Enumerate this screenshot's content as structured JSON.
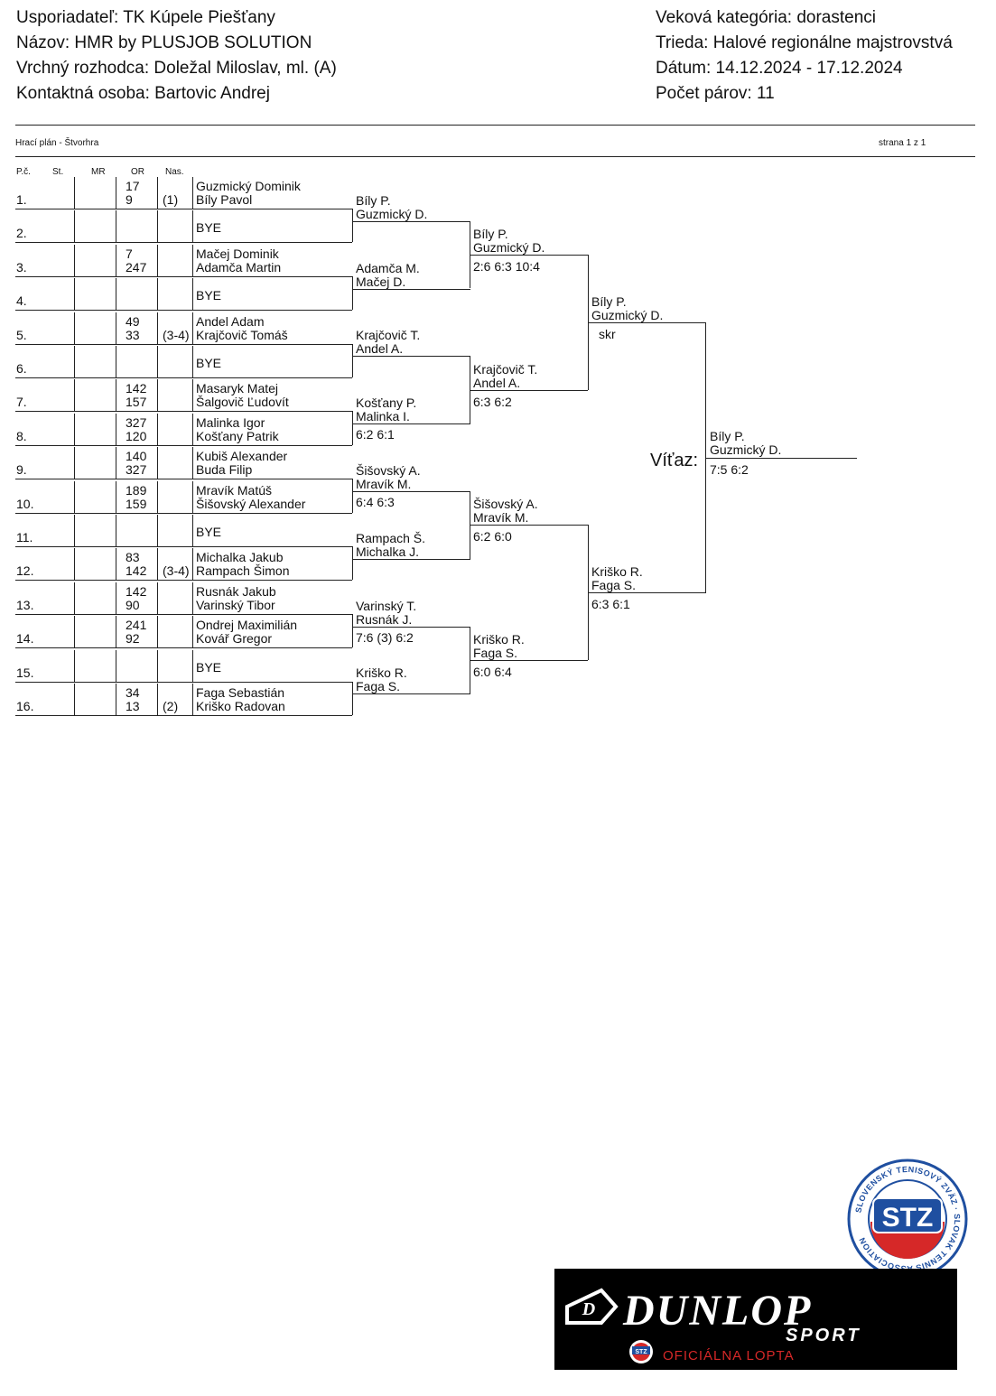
{
  "header": {
    "left": [
      "Usporiadateľ: TK Kúpele Piešťany",
      "Názov: HMR by PLUSJOB SOLUTION",
      "Vrchný rozhodca: Doležal Miloslav, ml. (A)",
      "Kontaktná osoba: Bartovic Andrej"
    ],
    "right": [
      "Veková kategória: dorastenci",
      "Trieda: Halové regionálne majstrovstvá",
      "Dátum: 14.12.2024 - 17.12.2024",
      "Počet párov: 11"
    ]
  },
  "subheader": {
    "title": "Hrací plán - Štvorhra",
    "page": "strana 1 z 1"
  },
  "columns": {
    "pc": "P.č.",
    "st": "St.",
    "mr": "MR",
    "or": "OR",
    "nas": "Nas."
  },
  "draw": [
    {
      "pos": "1.",
      "or1": "17",
      "or2": "9",
      "nas": "(1)",
      "p1": "Guzmický Dominik",
      "p2": "Bíly Pavol"
    },
    {
      "pos": "2.",
      "or1": "",
      "or2": "",
      "nas": "",
      "p1": "BYE",
      "p2": ""
    },
    {
      "pos": "3.",
      "or1": "7",
      "or2": "247",
      "nas": "",
      "p1": "Mačej Dominik",
      "p2": "Adamča Martin"
    },
    {
      "pos": "4.",
      "or1": "",
      "or2": "",
      "nas": "",
      "p1": "BYE",
      "p2": ""
    },
    {
      "pos": "5.",
      "or1": "49",
      "or2": "33",
      "nas": "(3-4)",
      "p1": "Andel Adam",
      "p2": "Krajčovič Tomáš"
    },
    {
      "pos": "6.",
      "or1": "",
      "or2": "",
      "nas": "",
      "p1": "BYE",
      "p2": ""
    },
    {
      "pos": "7.",
      "or1": "142",
      "or2": "157",
      "nas": "",
      "p1": "Masaryk Matej",
      "p2": "Šalgovič Ľudovít"
    },
    {
      "pos": "8.",
      "or1": "327",
      "or2": "120",
      "nas": "",
      "p1": "Malinka Igor",
      "p2": "Košťany Patrik"
    },
    {
      "pos": "9.",
      "or1": "140",
      "or2": "327",
      "nas": "",
      "p1": "Kubiš Alexander",
      "p2": "Buda Filip"
    },
    {
      "pos": "10.",
      "or1": "189",
      "or2": "159",
      "nas": "",
      "p1": "Mravík Matúš",
      "p2": "Šišovský Alexander"
    },
    {
      "pos": "11.",
      "or1": "",
      "or2": "",
      "nas": "",
      "p1": "BYE",
      "p2": ""
    },
    {
      "pos": "12.",
      "or1": "83",
      "or2": "142",
      "nas": "(3-4)",
      "p1": "Michalka Jakub",
      "p2": "Rampach Šimon"
    },
    {
      "pos": "13.",
      "or1": "142",
      "or2": "90",
      "nas": "",
      "p1": "Rusnák Jakub",
      "p2": "Varinský Tibor"
    },
    {
      "pos": "14.",
      "or1": "241",
      "or2": "92",
      "nas": "",
      "p1": "Ondrej Maximilián",
      "p2": "Kovář Gregor"
    },
    {
      "pos": "15.",
      "or1": "",
      "or2": "",
      "nas": "",
      "p1": "BYE",
      "p2": ""
    },
    {
      "pos": "16.",
      "or1": "34",
      "or2": "13",
      "nas": "(2)",
      "p1": "Faga Sebastián",
      "p2": "Kriško Radovan"
    }
  ],
  "round2": [
    {
      "a": "Bíly P.",
      "b": "Guzmický D.",
      "score": ""
    },
    {
      "a": "Adamča M.",
      "b": "Mačej D.",
      "score": ""
    },
    {
      "a": "Krajčovič T.",
      "b": "Andel A.",
      "score": ""
    },
    {
      "a": "Košťany P.",
      "b": "Malinka I.",
      "score": "6:2 6:1"
    },
    {
      "a": "Šišovský A.",
      "b": "Mravík M.",
      "score": "6:4 6:3"
    },
    {
      "a": "Rampach Š.",
      "b": "Michalka J.",
      "score": ""
    },
    {
      "a": "Varinský T.",
      "b": "Rusnák J.",
      "score": "7:6 (3) 6:2"
    },
    {
      "a": "Kriško R.",
      "b": "Faga S.",
      "score": ""
    }
  ],
  "round3": [
    {
      "a": "Bíly P.",
      "b": "Guzmický D.",
      "score": "2:6 6:3 10:4"
    },
    {
      "a": "Krajčovič T.",
      "b": "Andel A.",
      "score": "6:3 6:2"
    },
    {
      "a": "Šišovský A.",
      "b": "Mravík M.",
      "score": "6:2 6:0"
    },
    {
      "a": "Kriško R.",
      "b": "Faga S.",
      "score": "6:0 6:4"
    }
  ],
  "round4": [
    {
      "a": "Bíly P.",
      "b": "Guzmický D.",
      "score": "skr"
    },
    {
      "a": "Kriško R.",
      "b": "Faga S.",
      "score": "6:3 6:1"
    }
  ],
  "final": {
    "label": "Víťaz:",
    "a": "Bíly P.",
    "b": "Guzmický D.",
    "score": "7:5 6:2"
  },
  "logos": {
    "stz_ring_text": "SLOVENSKÝ TENISOVÝ ZVÄZ · SLOVAK TENNIS ASSOCIATION",
    "stz": "STZ",
    "dunlop": "DUNLOP",
    "sport": "SPORT",
    "oficialna": "OFICIÁLNA LOPTA",
    "colors": {
      "blue": "#1f4fa0",
      "red": "#d62828",
      "black": "#000000"
    }
  }
}
